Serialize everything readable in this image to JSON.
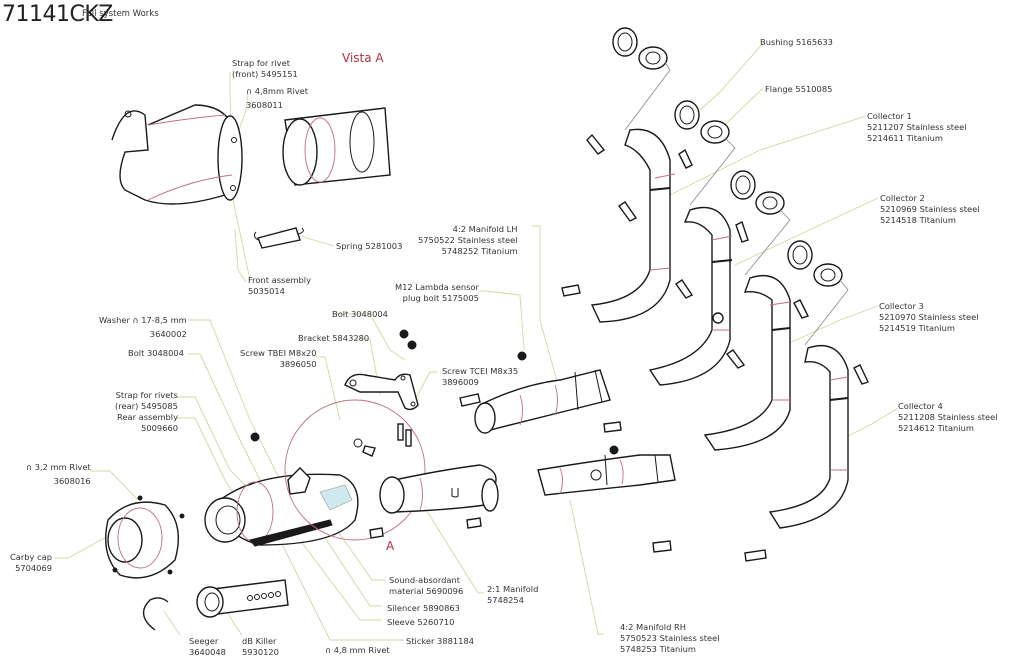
{
  "header": {
    "code": "71141CKZ",
    "subtitle": "Full system Works"
  },
  "view_label": "Vista A",
  "view_marker": "A",
  "colors": {
    "text": "#333333",
    "accent_red": "#b03040",
    "leader_line": "#c8dca0",
    "part_outline": "#1a1a1a",
    "weld_line": "#c07080"
  },
  "parts": {
    "strap_front": [
      "Strap for rivet",
      "(front) 5495151"
    ],
    "rivet_48_top": [
      "∩ 4,8mm Rivet",
      "3608011"
    ],
    "spring": [
      "Spring 5281003"
    ],
    "front_assembly": [
      "Front assembly",
      "5035014"
    ],
    "manifold_lh": [
      "4:2 Manifold LH",
      "5750522 Stainless steel",
      "5748252 Titanium"
    ],
    "lambda_bolt": [
      "M12 Lambda sensor",
      "plug bolt 5175005"
    ],
    "bushing": [
      "Bushing 5165633"
    ],
    "flange": [
      "Flange 5510085"
    ],
    "collector_1": [
      "Collector 1",
      "5211207 Stainless steel",
      "5214611 Titanium"
    ],
    "collector_2": [
      "Collector 2",
      "5210969 Stainless steel",
      "5214518 Titanium"
    ],
    "collector_3": [
      "Collector 3",
      "5210970 Stainless steel",
      "5214519 Titanium"
    ],
    "collector_4": [
      "Collector 4",
      "5211208 Stainless steel",
      "5214612 Titanium"
    ],
    "washer": [
      "Washer ∩ 17-8,5 mm",
      "3640002"
    ],
    "bolt_left": [
      "Bolt 3048004"
    ],
    "bolt_top": [
      "Bolt 3048004"
    ],
    "bracket": [
      "Bracket 5843280"
    ],
    "screw_tbei": [
      "Screw TBEI M8x20",
      "3896050"
    ],
    "screw_tcei": [
      "Screw TCEI M8x35",
      "3896009"
    ],
    "strap_rear": [
      "Strap for rivets",
      "(rear) 5495085"
    ],
    "rear_assembly": [
      "Rear assembly",
      "5009660"
    ],
    "rivet_32": [
      "∩ 3,2 mm Rivet",
      "3608016"
    ],
    "carby_cap": [
      "Carby cap",
      "5704069"
    ],
    "sound_absorbant": [
      "Sound-absordant",
      "material 5690096"
    ],
    "manifold_21": [
      "2:1 Manifold",
      "5748254"
    ],
    "silencer": [
      "Silencer 5890863"
    ],
    "sleeve": [
      "Sleeve 5260710"
    ],
    "sticker": [
      "Sticker 3881184"
    ],
    "seeger": [
      "Seeger",
      "3640048"
    ],
    "db_killer": [
      "dB Killer",
      "5930120"
    ],
    "rivet_48_bottom": [
      "∩ 4,8 mm Rivet"
    ],
    "manifold_rh": [
      "4:2 Manifold RH",
      "5750523 Stainless steel",
      "5748253 Titanium"
    ]
  }
}
